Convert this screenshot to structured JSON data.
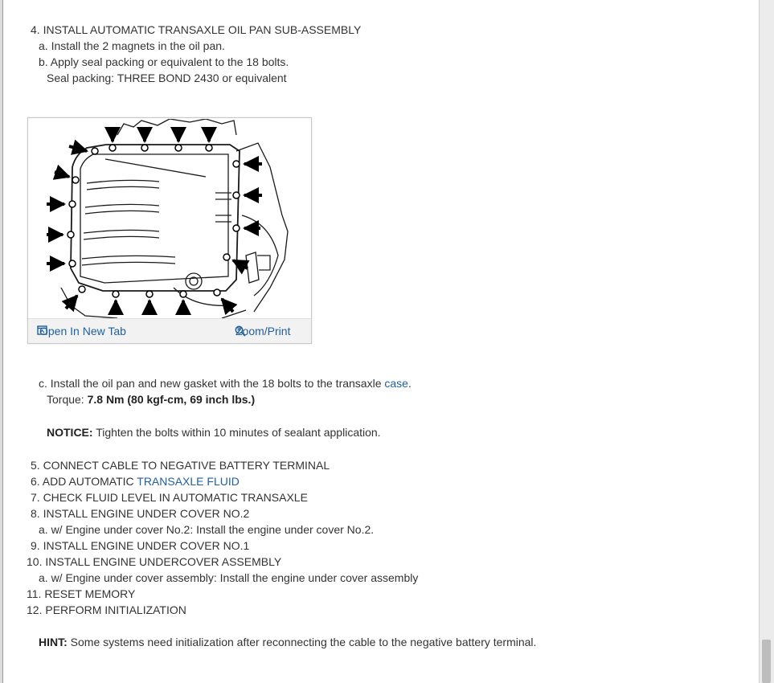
{
  "step4": {
    "title": "4. INSTALL AUTOMATIC TRANSAXLE OIL PAN SUB-ASSEMBLY",
    "a": "a. Install the 2 magnets in the oil pan.",
    "b": "b. Apply seal packing or equivalent to the 18 bolts.",
    "seal": "Seal packing: THREE BOND 2430 or equivalent"
  },
  "figure": {
    "open_tab": "Open In New Tab",
    "zoom": "Zoom/Print"
  },
  "step4c": {
    "text_pre": "c. Install the oil pan and new gasket with the 18 bolts to the transaxle ",
    "link": "case",
    "text_post": ".",
    "torque_label": "Torque: ",
    "torque_value": "7.8 Nm (80 kgf-cm, 69 inch lbs.)",
    "notice_label": "NOTICE:",
    "notice_text": " Tighten the bolts within 10 minutes of sealant application."
  },
  "steps": {
    "s5": "5. CONNECT CABLE TO NEGATIVE BATTERY TERMINAL",
    "s6_pre": "6. ADD AUTOMATIC ",
    "s6_link": "TRANSAXLE FLUID",
    "s7": "7. CHECK FLUID LEVEL IN AUTOMATIC TRANSAXLE",
    "s8": "8. INSTALL ENGINE UNDER COVER NO.2",
    "s8a": "a. w/ Engine under cover No.2: Install the engine under cover No.2.",
    "s9": "9. INSTALL ENGINE UNDER COVER NO.1",
    "s10": "10. INSTALL ENGINE UNDERCOVER ASSEMBLY",
    "s10a": "a. w/ Engine under cover assembly: Install the engine under cover assembly",
    "s11": "11. RESET MEMORY",
    "s12": "12. PERFORM INITIALIZATION"
  },
  "hint": {
    "label": "HINT:",
    "text": " Some systems need initialization after reconnecting the cable to the negative battery terminal."
  }
}
